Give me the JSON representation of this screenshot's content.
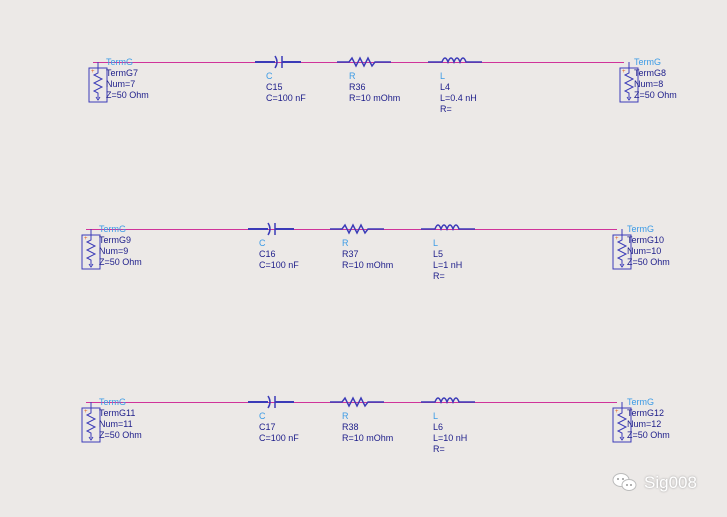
{
  "rows": [
    {
      "left": {
        "type": "TermG",
        "name": "TermG7",
        "num": "Num=7",
        "z": "Z=50 Ohm"
      },
      "cap": {
        "type": "C",
        "name": "C15",
        "value": "C=100 nF"
      },
      "res": {
        "type": "R",
        "name": "R36",
        "value": "R=10 mOhm"
      },
      "ind": {
        "type": "L",
        "name": "L4",
        "value": "L=0.4 nH",
        "r": "R="
      },
      "right": {
        "type": "TermG",
        "name": "TermG8",
        "num": "Num=8",
        "z": "Z=50 Ohm"
      }
    },
    {
      "left": {
        "type": "TermG",
        "name": "TermG9",
        "num": "Num=9",
        "z": "Z=50 Ohm"
      },
      "cap": {
        "type": "C",
        "name": "C16",
        "value": "C=100 nF"
      },
      "res": {
        "type": "R",
        "name": "R37",
        "value": "R=10 mOhm"
      },
      "ind": {
        "type": "L",
        "name": "L5",
        "value": "L=1 nH",
        "r": "R="
      },
      "right": {
        "type": "TermG",
        "name": "TermG10",
        "num": "Num=10",
        "z": "Z=50 Ohm"
      }
    },
    {
      "left": {
        "type": "TermG",
        "name": "TermG11",
        "num": "Num=11",
        "z": "Z=50 Ohm"
      },
      "cap": {
        "type": "C",
        "name": "C17",
        "value": "C=100 nF"
      },
      "res": {
        "type": "R",
        "name": "R38",
        "value": "R=10 mOhm"
      },
      "ind": {
        "type": "L",
        "name": "L6",
        "value": "L=10 nH",
        "r": "R="
      },
      "right": {
        "type": "TermG",
        "name": "TermG12",
        "num": "Num=12",
        "z": "Z=50 Ohm"
      }
    }
  ],
  "watermark": {
    "text": "Sig008"
  },
  "colors": {
    "wire": "#d0339a",
    "component": "#3b3bb8",
    "type_label": "#3c9be6",
    "text": "#1d1d8a"
  }
}
